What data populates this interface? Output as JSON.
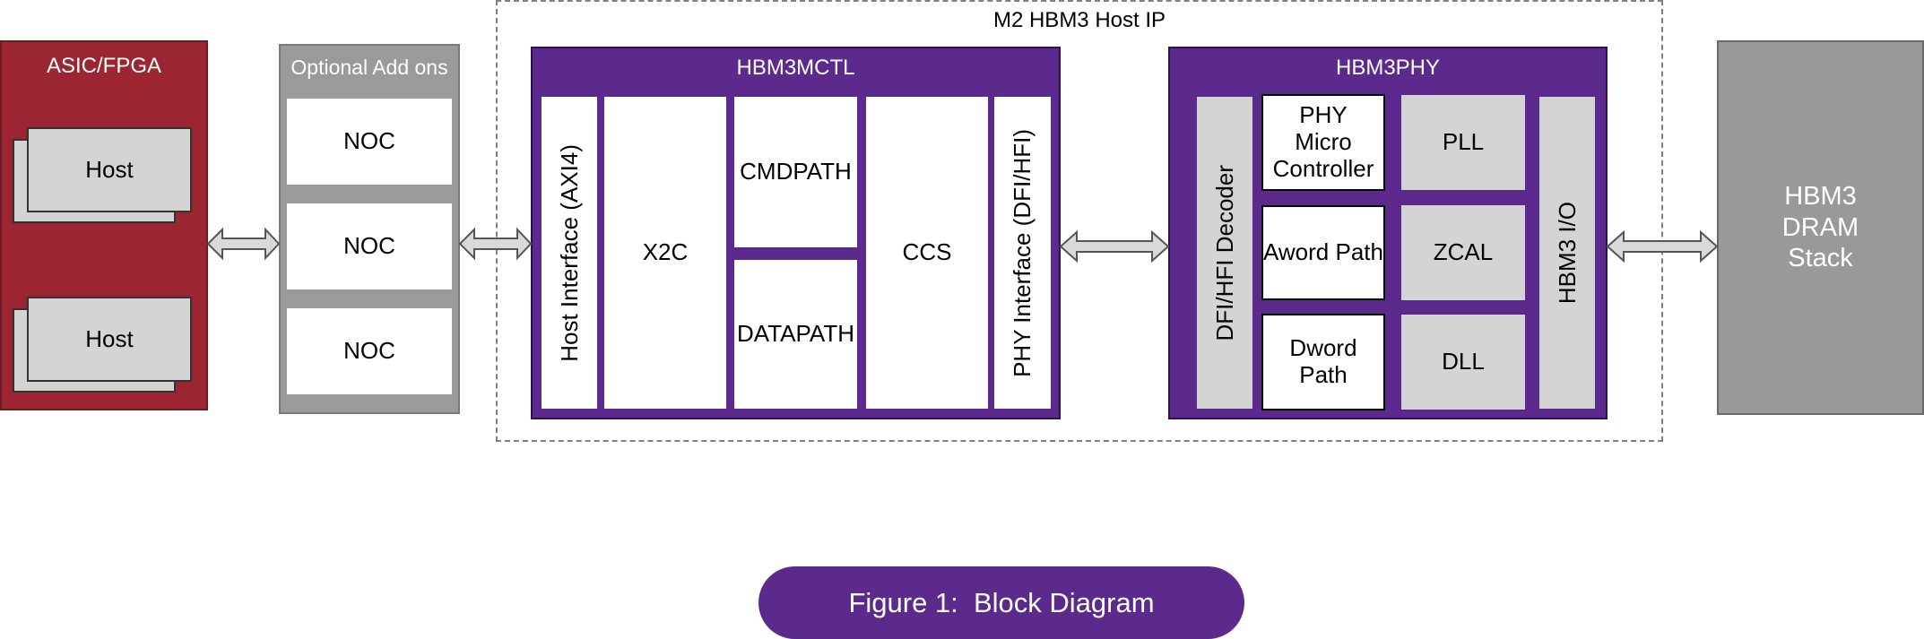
{
  "host_ip_label": "M2 HBM3 Host IP",
  "asic": {
    "title": "ASIC/FPGA",
    "hosts": [
      "Host",
      "Host"
    ]
  },
  "addons": {
    "title": "Optional Add ons",
    "items": [
      "NOC",
      "NOC",
      "NOC"
    ]
  },
  "mctl": {
    "title": "HBM3MCTL",
    "host_interface": "Host Interface (AXI4)",
    "x2c": "X2C",
    "cmdpath": "CMDPATH",
    "datapath": "DATAPATH",
    "ccs": "CCS",
    "phy_interface": "PHY Interface (DFI/HFI)"
  },
  "phy": {
    "title": "HBM3PHY",
    "decoder": "DFI/HFI Decoder",
    "micro_controller": "PHY Micro Controller",
    "aword": "Aword Path",
    "dword": "Dword Path",
    "pll": "PLL",
    "zcal": "ZCAL",
    "dll": "DLL",
    "io": "HBM3 I/O"
  },
  "dram": {
    "label_lines": [
      "HBM3",
      "DRAM",
      "Stack"
    ]
  },
  "caption": "Figure 1:  Block Diagram",
  "colors": {
    "purple": "#5b2a8c",
    "asic_red": "#9b2530",
    "addon_gray": "#9a9a9a",
    "dram_gray": "#999999",
    "light_gray": "#d4d4d4"
  }
}
